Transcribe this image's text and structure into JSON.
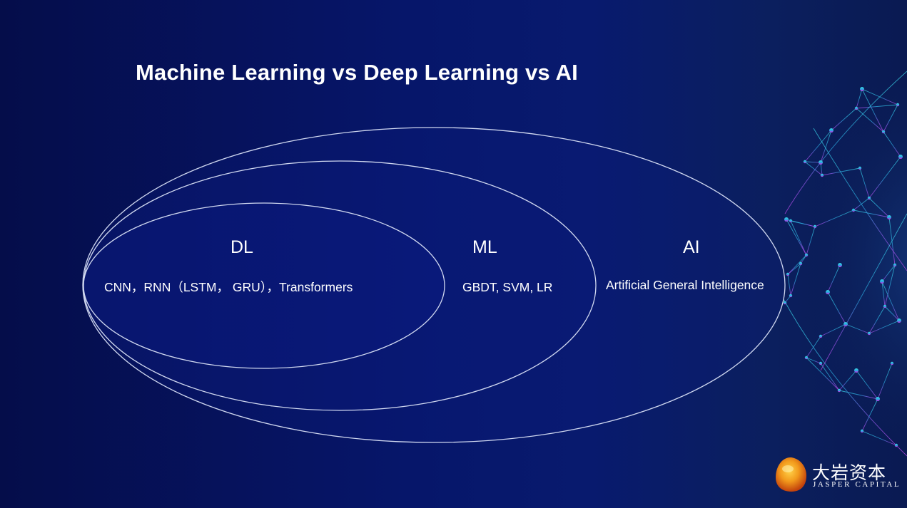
{
  "title": "Machine Learning vs Deep Learning vs AI",
  "sets": [
    {
      "label": "DL",
      "examples": "CNN，RNN（LSTM， GRU），Transformers"
    },
    {
      "label": "ML",
      "examples": "GBDT, SVM, LR"
    },
    {
      "label": "AI",
      "examples": "Artificial General Intelligence"
    }
  ],
  "logo": {
    "cn": "大岩资本",
    "en": "JASPER CAPITAL"
  },
  "colors": {
    "background": "#06166a",
    "outline": "#d0d8f0",
    "text": "#ffffff",
    "network_cyan": "#3ad6e6",
    "network_purple": "#b04ee6"
  },
  "icons": [
    "network-globe-icon",
    "amber-stone-logo-icon"
  ]
}
